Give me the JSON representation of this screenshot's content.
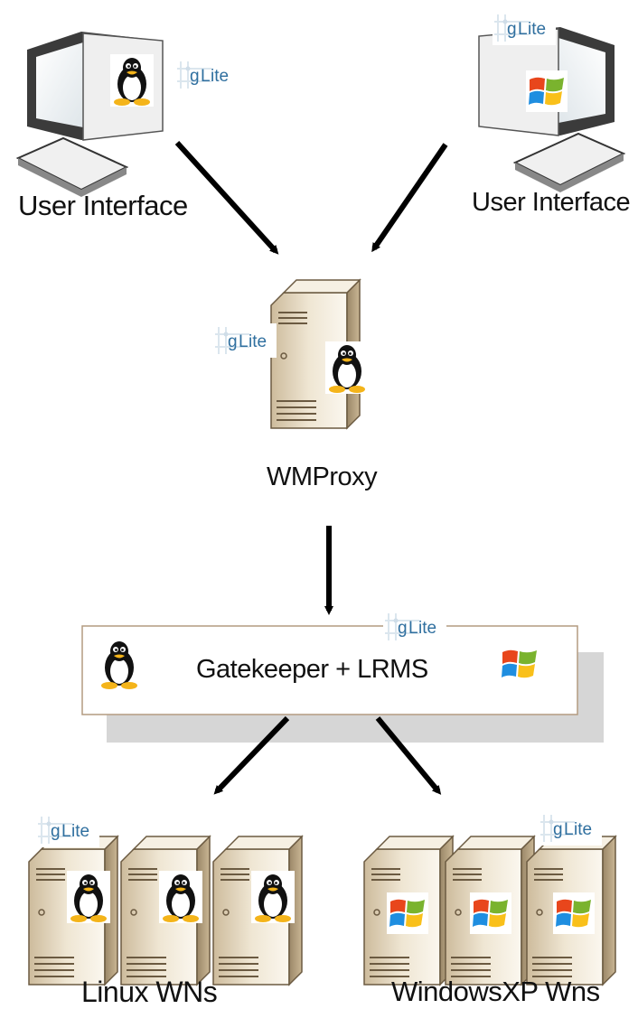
{
  "diagram": {
    "nodes": {
      "ui_linux": {
        "label": "User Interface",
        "os": "linux-penguin-icon",
        "badge": "gLite"
      },
      "ui_windows": {
        "label": "User Interface",
        "os": "windows-flag-icon",
        "badge": "gLite"
      },
      "wmproxy": {
        "label": "WMProxy",
        "os": "linux-penguin-icon",
        "badge": "gLite"
      },
      "gatekeeper": {
        "label": "Gatekeeper + LRMS",
        "os_left": "linux-penguin-icon",
        "os_right": "windows-flag-icon",
        "badge": "gLite"
      },
      "linux_wns": {
        "label": "Linux WNs",
        "os": "linux-penguin-icon",
        "badge": "gLite",
        "count": 3
      },
      "windows_wns": {
        "label": "WindowsXP Wns",
        "os": "windows-flag-icon",
        "badge": "gLite",
        "count": 3
      }
    },
    "edges": [
      {
        "from": "ui_linux",
        "to": "wmproxy"
      },
      {
        "from": "ui_windows",
        "to": "wmproxy"
      },
      {
        "from": "wmproxy",
        "to": "gatekeeper"
      },
      {
        "from": "gatekeeper",
        "to": "linux_wns"
      },
      {
        "from": "gatekeeper",
        "to": "windows_wns"
      }
    ],
    "colors": {
      "arrow": "#000000",
      "shadow": "#d6d6d6",
      "box_border": "#b39b80",
      "glite": "#2f6f9f",
      "win_red": "#e8461c",
      "win_green": "#7ab32e",
      "win_blue": "#1f8ee0",
      "win_yellow": "#f9c01a"
    }
  }
}
